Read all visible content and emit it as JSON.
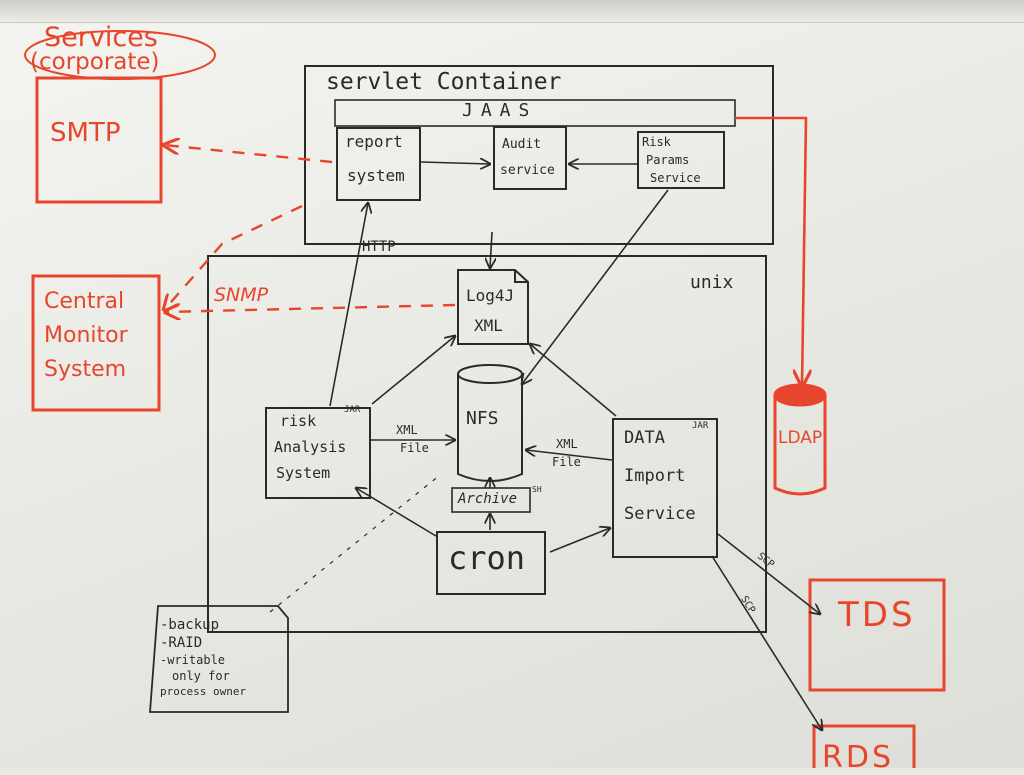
{
  "colors": {
    "ink": "#2a2a2a",
    "marker_red": "#e8462c",
    "paper": "#f1f1ec"
  },
  "corporate_services": {
    "title_line1": "Services",
    "title_line2": "(corporate)"
  },
  "smtp": {
    "label": "SMTP"
  },
  "central_monitor": {
    "line1": "Central",
    "line2": "Monitor",
    "line3": "System"
  },
  "servlet_container": {
    "title": "servlet Container",
    "jaas": "JAAS",
    "report_system": {
      "line1": "report",
      "line2": "system"
    },
    "audit_service": {
      "line1": "Audit",
      "line2": "service"
    },
    "risk_params": {
      "line1": "Risk",
      "line2": "Params",
      "line3": "Service"
    }
  },
  "unix": {
    "label": "unix",
    "log4j": {
      "line1": "Log4J",
      "line2": "XML"
    },
    "nfs": "NFS",
    "archive": {
      "label": "Archive",
      "tag": "SH"
    },
    "cron": "cron",
    "risk_analysis": {
      "line1": "risk",
      "line2": "Analysis",
      "line3": "System",
      "tag": "JAR"
    },
    "data_import": {
      "line1": "DATA",
      "line2": "Import",
      "line3": "Service",
      "tag": "JAR"
    }
  },
  "edges": {
    "http": "HTTP",
    "snmp": "SNMP",
    "xml_file_left": {
      "line1": "XML",
      "line2": "File"
    },
    "xml_file_right": {
      "line1": "XML",
      "line2": "File"
    },
    "scp_top": "SCP",
    "scp_bottom": "SCP"
  },
  "note": {
    "line1": "-backup",
    "line2": "-RAID",
    "line3": "-writable",
    "line4": "only for",
    "line5": "process owner"
  },
  "ldap": "LDAP",
  "tds": "TDS",
  "rds": "RDS"
}
